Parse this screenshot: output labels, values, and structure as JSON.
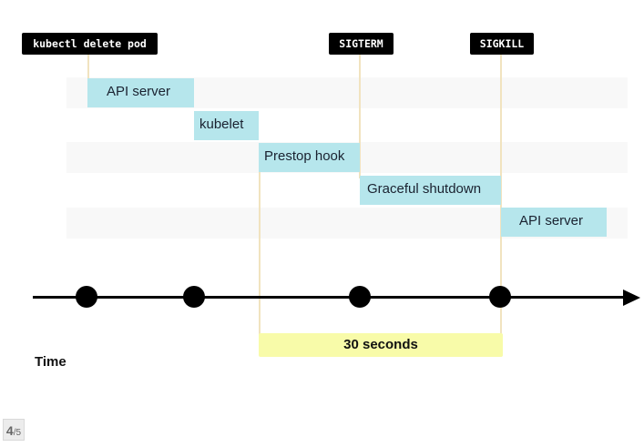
{
  "events": {
    "delete": "kubectl delete pod",
    "sigterm": "SIGTERM",
    "sigkill": "SIGKILL"
  },
  "steps": [
    "API server",
    "kubelet",
    "Prestop hook",
    "Graceful shutdown",
    "API server"
  ],
  "duration_label": "30 seconds",
  "axis_label": "Time",
  "pager": {
    "current": "4",
    "total": "/5"
  },
  "colors": {
    "step_fill": "#b6e6ec",
    "duration_fill": "#f8fba9",
    "tag_fill": "#000000",
    "guide_line": "#f1e3bf",
    "row_stripe": "#f8f8f8"
  }
}
